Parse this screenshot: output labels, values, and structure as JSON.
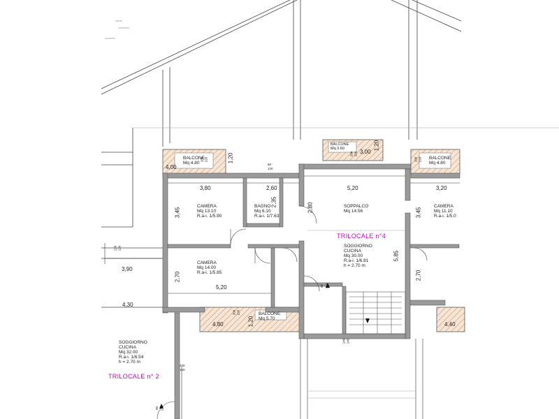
{
  "colors": {
    "wall": "#8a8a8a",
    "wall_dark": "#5a5a5a",
    "hatch": "#c98a5a",
    "balcony_fill": "#f7e6d6",
    "pink_label": "#d100c8",
    "line": "#333333"
  },
  "labels": {
    "trilocale_4": "TRILOCALE n°4",
    "trilocale_2": "TRILOCALE n° 2"
  },
  "rooms": {
    "camera1": {
      "name": "CAMERA",
      "area": "Mq 13.10",
      "ratio": "R.a-i. 1/5.90"
    },
    "bagno": {
      "name": "BAGNO",
      "area": "Mq 6.10",
      "ratio": "R.a-i. 1/7.63"
    },
    "soppalco": {
      "name": "SOPPALCO",
      "area": "Mq 14.56"
    },
    "camera_right": {
      "name": "CAMERA",
      "area": "Mq 11.10",
      "ratio": "R.a-i. 1/5.0"
    },
    "camera2": {
      "name": "CAMERA",
      "area": "Mq 14.00",
      "ratio": "R.a-i. 1/5.85"
    },
    "soggiorno4": {
      "name1": "SOGGIORNO",
      "name2": "CUCINA",
      "area": "Mq 30.00",
      "ratio": "R.a-i. 1/6.81",
      "height": "h = 2.70 m"
    },
    "soggiorno2": {
      "name1": "SOGGIORNO",
      "name2": "CUCINA",
      "area": "Mq 32.00",
      "ratio": "R.a-i. 1/6.54",
      "height": "h = 2.70 m"
    }
  },
  "balconies": {
    "left": {
      "name": "BALCONE",
      "area": "Mq 4.80"
    },
    "top": {
      "name": "BALCONE",
      "area": "Mq 3.60"
    },
    "right": {
      "name": "BALCONE",
      "area": "Mq 4.80"
    },
    "bottom": {
      "name": "BALCONE",
      "area": "Mq 5.70"
    }
  },
  "dimensions": {
    "d_400": "4,00",
    "d_120a": "1,20",
    "d_300": "3,00",
    "d_120b": "1,20",
    "d_380": "3,80",
    "d_260": "2,60",
    "d_520a": "5,20",
    "d_320": "3,20",
    "d_345a": "3,45",
    "d_235": "2,35",
    "d_280": "2,80",
    "d_345b": "3,45",
    "d_390": "3,90",
    "d_270a": "2,70",
    "d_585": "5,85",
    "d_270b": "2,70",
    "d_520b": "5,20",
    "d_430": "4,30",
    "d_480": "4,80",
    "d_120c": "1,20",
    "d_440": "4,40"
  },
  "openings": {
    "o1a": "80",
    "o1b": "120",
    "o2a": "100",
    "o2b": "220",
    "o3a": "200",
    "o3b": "220",
    "o4a": "120",
    "o4b": "120",
    "o5a": "200",
    "o5b": "220",
    "o6a": "90",
    "o6b": "210",
    "o7a": "140",
    "o7b": "140",
    "o8a": "200",
    "o8b": "160",
    "o9a": "90",
    "o9b": "210",
    "o10a": "100",
    "o10b": "220"
  }
}
